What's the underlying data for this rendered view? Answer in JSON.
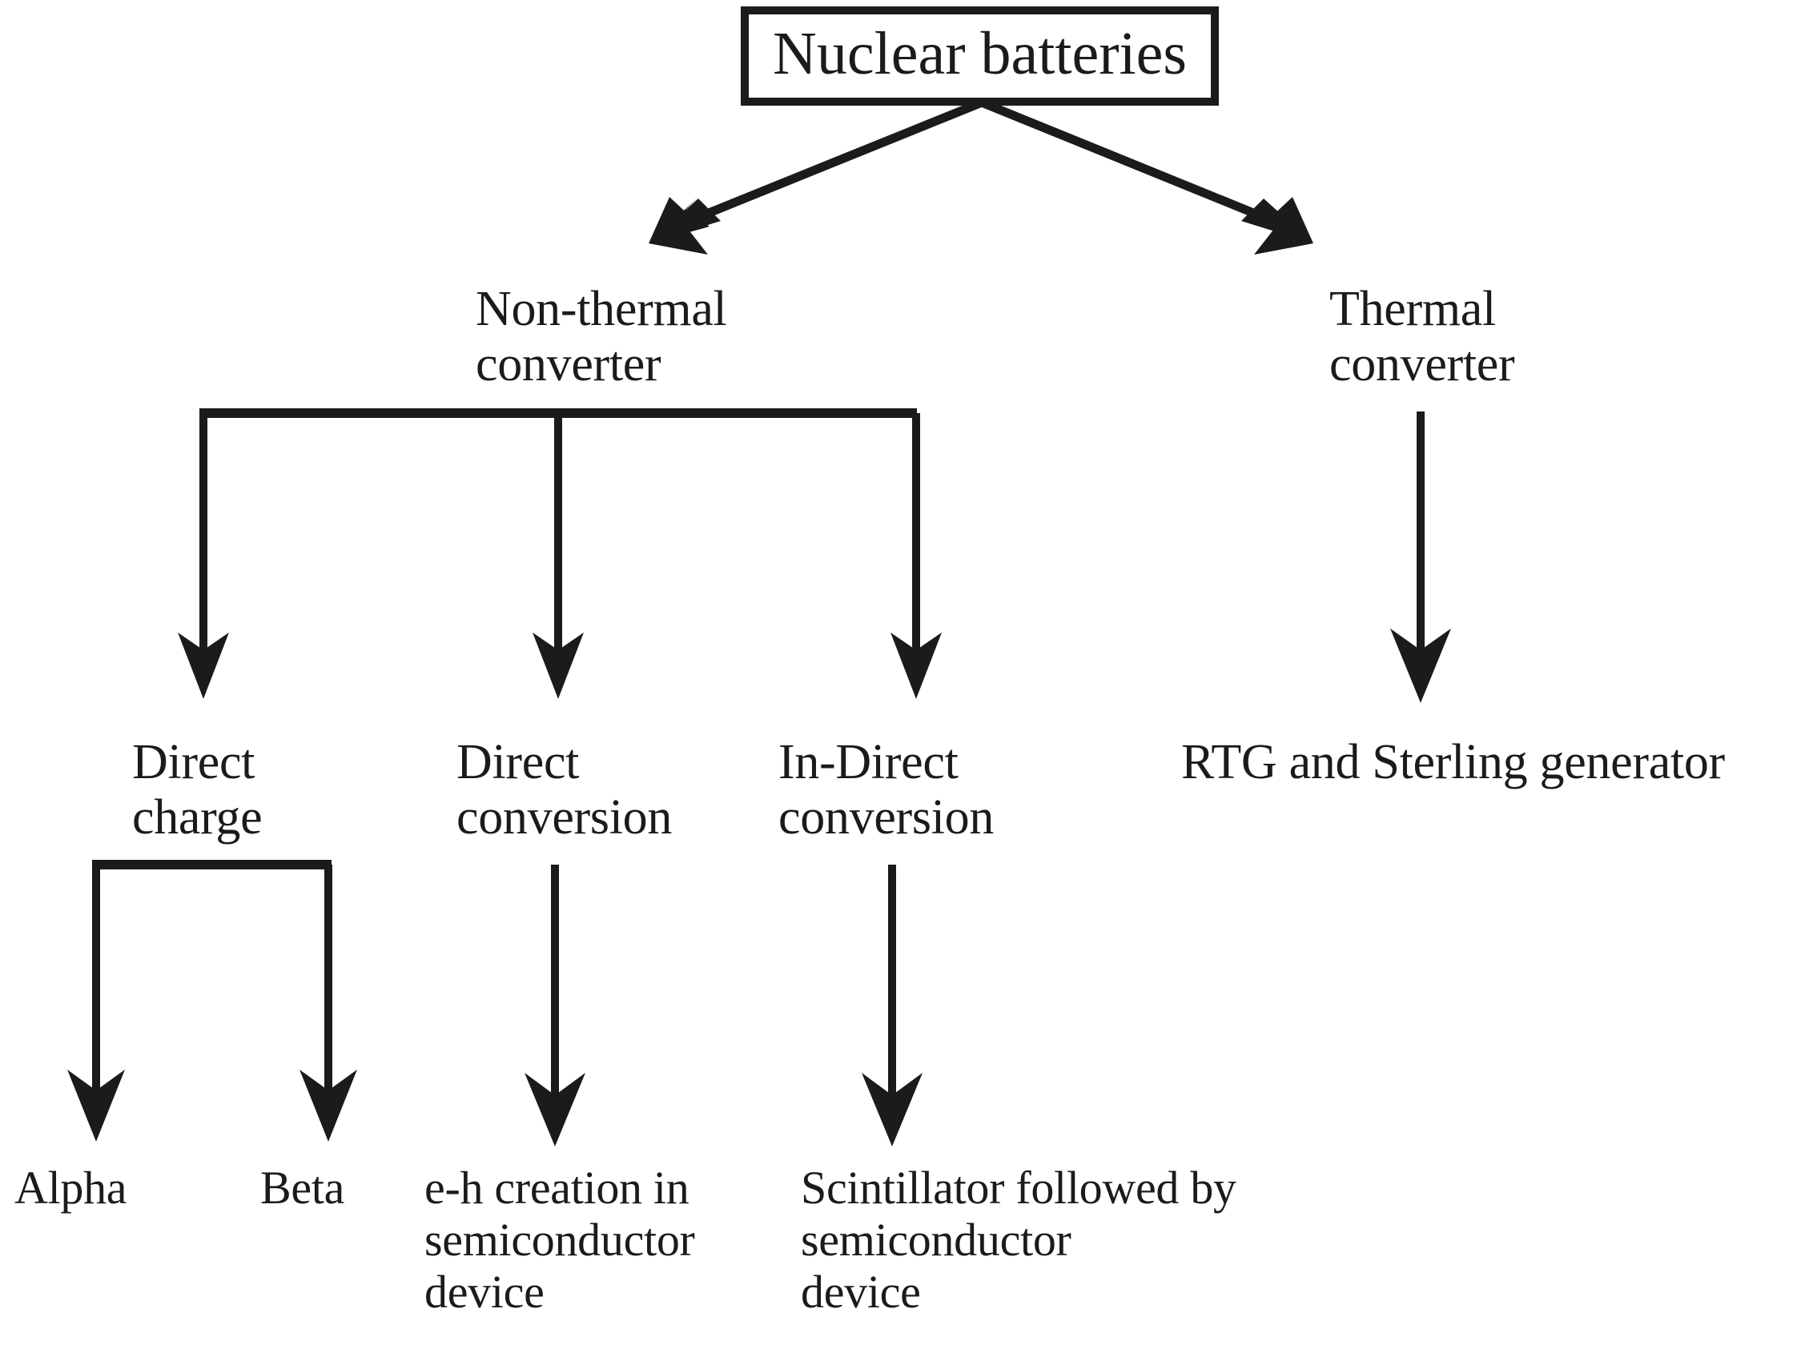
{
  "diagram": {
    "title": "Nuclear batteries",
    "background_color": "#ffffff",
    "line_color": "#1b1b1b",
    "nodes": {
      "root": "Nuclear batteries",
      "non_thermal": "Non-thermal\nconverter",
      "thermal": "Thermal\nconverter",
      "direct_charge": "Direct\ncharge",
      "direct_conversion": "Direct\nconversion",
      "indirect_conversion": "In-Direct\nconversion",
      "rtg": "RTG and Sterling generator",
      "alpha": "Alpha",
      "beta": "Beta",
      "eh_creation": "e-h creation in\nsemiconductor\ndevice",
      "scintillator": "Scintillator followed by\nsemiconductor\ndevice"
    },
    "edges": [
      {
        "name": "root-to-non-thermal",
        "from": "root",
        "to": "non_thermal",
        "style": "diagonal-arrow"
      },
      {
        "name": "root-to-thermal",
        "from": "root",
        "to": "thermal",
        "style": "diagonal-arrow"
      },
      {
        "name": "non-thermal-to-direct-charge",
        "from": "non_thermal",
        "to": "direct_charge",
        "style": "bracket-arrow"
      },
      {
        "name": "non-thermal-to-direct-conversion",
        "from": "non_thermal",
        "to": "direct_conversion",
        "style": "bracket-arrow"
      },
      {
        "name": "non-thermal-to-indirect-conversion",
        "from": "non_thermal",
        "to": "indirect_conversion",
        "style": "bracket-arrow"
      },
      {
        "name": "thermal-to-rtg",
        "from": "thermal",
        "to": "rtg",
        "style": "straight-arrow"
      },
      {
        "name": "direct-charge-to-alpha",
        "from": "direct_charge",
        "to": "alpha",
        "style": "bracket-arrow"
      },
      {
        "name": "direct-charge-to-beta",
        "from": "direct_charge",
        "to": "beta",
        "style": "bracket-arrow"
      },
      {
        "name": "direct-conversion-to-eh-creation",
        "from": "direct_conversion",
        "to": "eh_creation",
        "style": "straight-arrow"
      },
      {
        "name": "indirect-conversion-to-scintillator",
        "from": "indirect_conversion",
        "to": "scintillator",
        "style": "straight-arrow"
      }
    ]
  }
}
